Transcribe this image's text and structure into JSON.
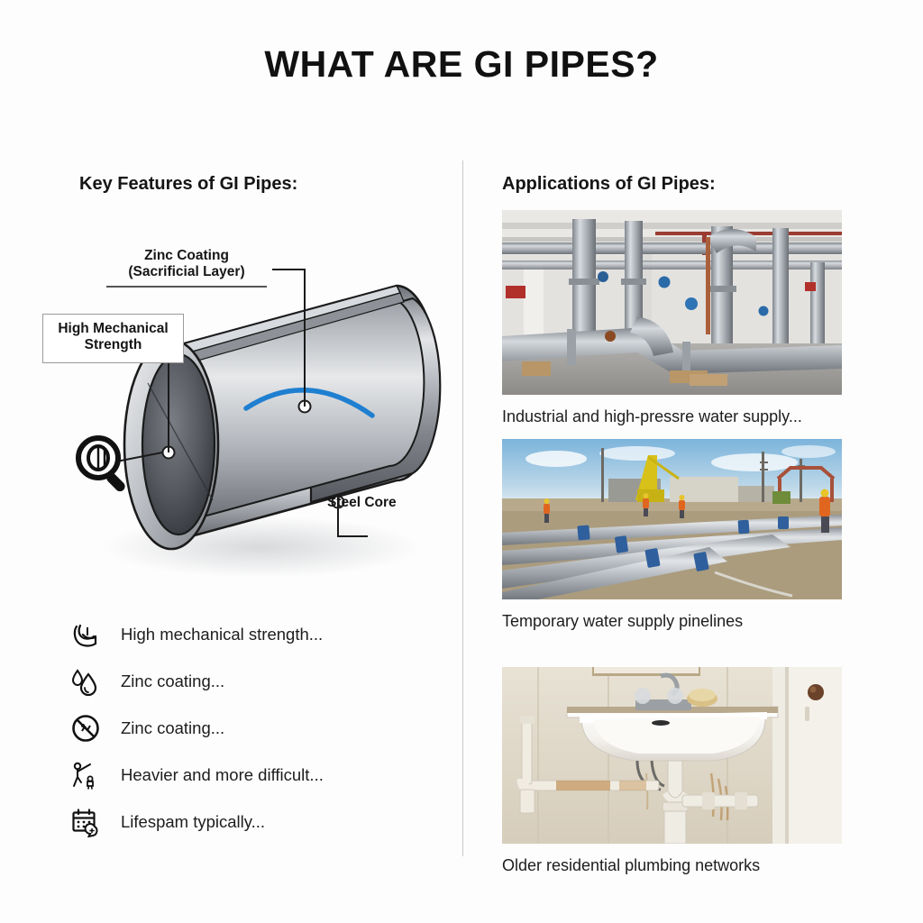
{
  "title": "WHAT ARE GI PIPES?",
  "colors": {
    "background": "#fdfdfd",
    "text": "#1d1d1d",
    "heading": "#111111",
    "divider": "#c9c9c9",
    "zinc_arc_blue": "#1f7fd0",
    "pipe_steel_light": "#e8e9eb",
    "pipe_steel_dark": "#4a4d52"
  },
  "left_column": {
    "heading": "Key Features of GI Pipes:",
    "diagram": {
      "labels": {
        "zinc_line1": "Zinc Coating",
        "zinc_line2": "(Sacrificial Layer)",
        "strength_line1": "High Mechanical",
        "strength_line2": "Strength",
        "steel_core": "Steel Core"
      },
      "magnifier_icon": "magnifier-pipe-icon"
    },
    "features": [
      {
        "icon": "bicep-strength-icon",
        "text": "High mechanical strength..."
      },
      {
        "icon": "water-drop-icon",
        "text": "Zinc coating..."
      },
      {
        "icon": "no-corrosion-icon",
        "text": "Zinc coating..."
      },
      {
        "icon": "worker-lifting-icon",
        "text": "Heavier and more difficult..."
      },
      {
        "icon": "calendar-lifespan-icon",
        "text": "Lifespam typically..."
      }
    ]
  },
  "right_column": {
    "heading": "Applications of GI Pipes:",
    "applications": [
      {
        "photo": "industrial-pipe-room-photo",
        "caption": "Industrial and high-pressre water supply..."
      },
      {
        "photo": "construction-site-pipes-photo",
        "caption": "Temporary water supply pinelines"
      },
      {
        "photo": "old-bathroom-sink-photo",
        "caption": "Older residential plumbing networks"
      }
    ]
  }
}
